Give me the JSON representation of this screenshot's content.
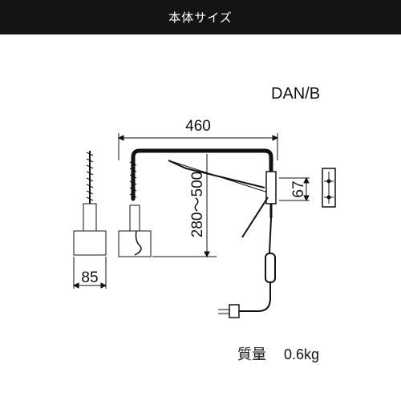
{
  "header": {
    "title": "本体サイズ"
  },
  "model": "DAN/B",
  "dimensions": {
    "width": "460",
    "height_range": "280～500",
    "depth": "85",
    "bracket": "67"
  },
  "weight": {
    "label": "質量",
    "value": "0.6kg"
  },
  "colors": {
    "header_bg": "#141414",
    "line": "#111111"
  }
}
